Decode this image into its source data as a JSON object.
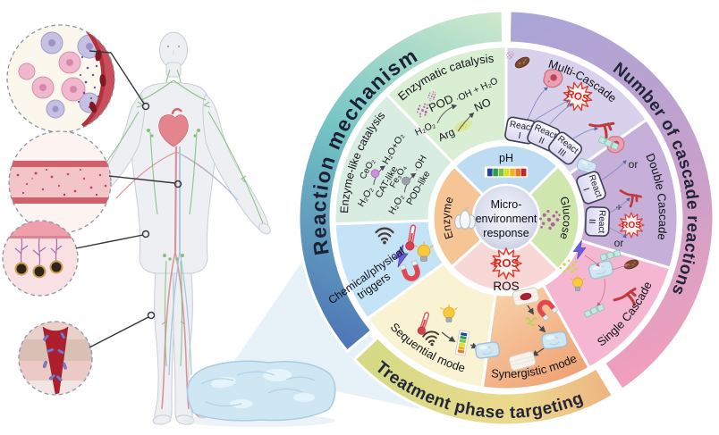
{
  "diagram": {
    "outer": {
      "reaction_mechanism": "Reaction mechanism",
      "cascade_count": "Number of cascade reactions",
      "treatment": "Treatment phase targeting"
    },
    "react": {
      "word": "React",
      "i": "I",
      "ii": "II",
      "iii": "III"
    },
    "ros": "ROS",
    "or": "or",
    "plus": "+",
    "sections": {
      "enzymatic": {
        "label": "Enzymatic catalysis",
        "substrate": "H₂O₂",
        "enzyme": "POD",
        "products": "·OH + H₂O",
        "substrate2": "Arg",
        "product2": "NO"
      },
      "enzyme_like": {
        "label": "Enzyme-like catalysis",
        "r1": {
          "substrate": "H₂O₂",
          "catalyst": "CeO₂",
          "products": "H₂O+O₂",
          "tag": "CAT-like"
        },
        "r2": {
          "substrate": "H₂O₂",
          "catalyst": "Fe₃O₄",
          "products": "·OH",
          "tag": "POD-like"
        }
      },
      "triggers": {
        "label_line1": "Chemical/physical",
        "label_line2": "triggers"
      },
      "sequential": {
        "label": "Sequential mode"
      },
      "synergistic": {
        "label": "Synergistic mode"
      },
      "single": {
        "label": "Single Cascade"
      },
      "double": {
        "label": "Double Cascade"
      },
      "multi": {
        "label": "Multi-Cascade"
      }
    },
    "inner": {
      "ph": "pH",
      "glucose": "Glucose",
      "enzyme": "Enzyme",
      "ros_label": "ROS",
      "strip_colors": [
        "#20449c",
        "#2a9d4e",
        "#7fc143",
        "#d9e021",
        "#f1b31c",
        "#ee7623",
        "#c8232c"
      ]
    },
    "center": {
      "line1": "Micro-",
      "line2": "environment",
      "line3": "response"
    }
  },
  "colors": {
    "reaction_arc": [
      "#cfe9cd",
      "#76c6c5",
      "#4a6fb5"
    ],
    "cascade_arc": [
      "#aaa5d7",
      "#c9a0ca",
      "#f59fba"
    ],
    "treatment_arc": [
      "#d6da85",
      "#ecd98e",
      "#efa07b"
    ]
  }
}
